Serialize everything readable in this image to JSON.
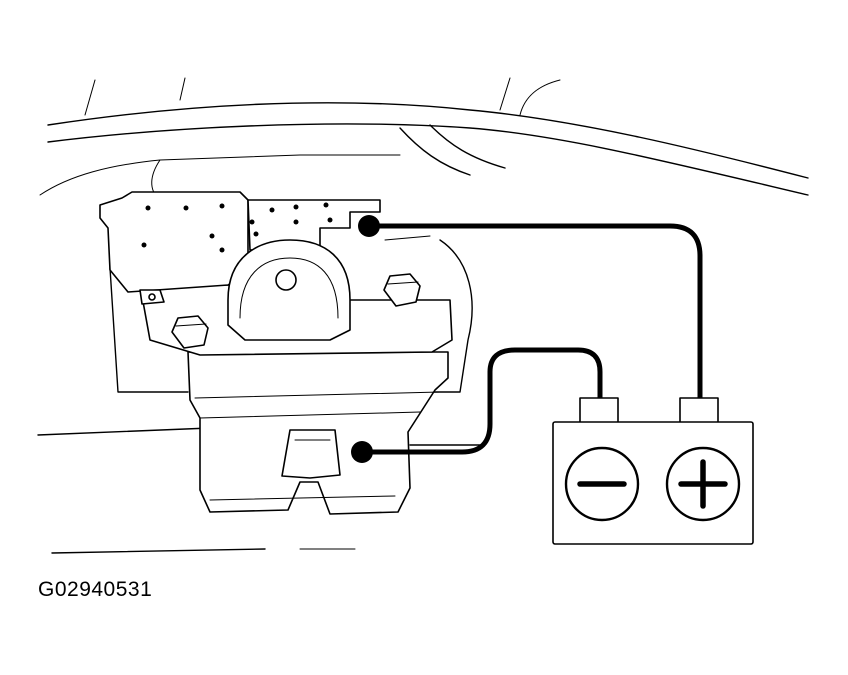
{
  "figure": {
    "code": "G02940531",
    "battery": {
      "negative_symbol": "minus-symbol",
      "positive_symbol": "plus-symbol"
    }
  },
  "colors": {
    "line": "#000000",
    "background": "#ffffff"
  }
}
